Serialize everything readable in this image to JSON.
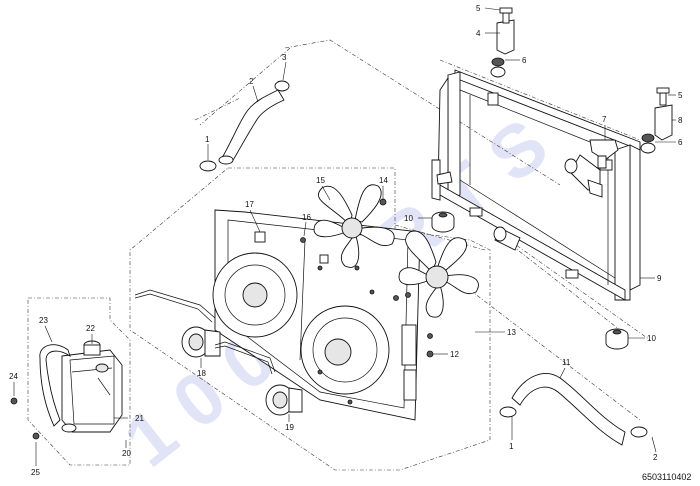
{
  "figure_id": "6503110402",
  "callouts": [
    {
      "n": "1"
    },
    {
      "n": "2"
    },
    {
      "n": "3"
    },
    {
      "n": "4"
    },
    {
      "n": "5"
    },
    {
      "n": "6"
    },
    {
      "n": "5"
    },
    {
      "n": "6"
    },
    {
      "n": "7"
    },
    {
      "n": "8"
    },
    {
      "n": "9"
    },
    {
      "n": "10"
    },
    {
      "n": "10"
    },
    {
      "n": "11"
    },
    {
      "n": "1"
    },
    {
      "n": "2"
    },
    {
      "n": "12"
    },
    {
      "n": "13"
    },
    {
      "n": "14"
    },
    {
      "n": "15"
    },
    {
      "n": "16"
    },
    {
      "n": "17"
    },
    {
      "n": "18"
    },
    {
      "n": "19"
    },
    {
      "n": "20"
    },
    {
      "n": "21"
    },
    {
      "n": "22"
    },
    {
      "n": "23"
    },
    {
      "n": "24"
    },
    {
      "n": "25"
    }
  ],
  "icons": [
    "radiator",
    "cooling-fan",
    "fan-motor",
    "fan-shroud",
    "coolant-reservoir",
    "hose",
    "hose-clamp",
    "bracket",
    "bolt",
    "nut",
    "rubber-mount"
  ]
}
